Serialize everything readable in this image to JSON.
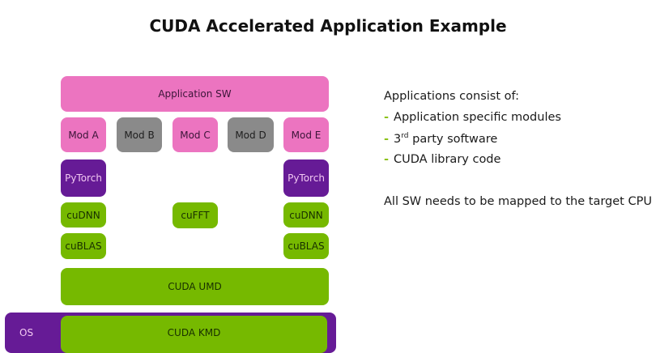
{
  "title": "CUDA Accelerated Application Example",
  "diagram": {
    "application": "Application SW",
    "modules": [
      {
        "label": "Mod A",
        "kind": "app-specific",
        "color": "#ec74c0"
      },
      {
        "label": "Mod B",
        "kind": "third-party",
        "color": "#8a8a8a"
      },
      {
        "label": "Mod C",
        "kind": "app-specific",
        "color": "#ec74c0"
      },
      {
        "label": "Mod D",
        "kind": "third-party",
        "color": "#8a8a8a"
      },
      {
        "label": "Mod E",
        "kind": "app-specific",
        "color": "#ec74c0"
      }
    ],
    "frameworks": [
      "PyTorch",
      "PyTorch"
    ],
    "libraries": {
      "left": [
        "cuDNN",
        "cuBLAS"
      ],
      "center": [
        "cuFFT"
      ],
      "right": [
        "cuDNN",
        "cuBLAS"
      ]
    },
    "umd": "CUDA UMD",
    "kmd": "CUDA KMD",
    "os": "OS"
  },
  "description": {
    "heading": "Applications consist of:",
    "bullets": [
      {
        "dash": "-",
        "text": "Application specific modules"
      },
      {
        "dash": "-",
        "pre": "3",
        "sup": "rd",
        "text": " party software"
      },
      {
        "dash": "-",
        "text": "CUDA library code"
      }
    ],
    "note": "All SW needs to be mapped to the target CPU"
  },
  "colors": {
    "pink": "#ec74c0",
    "gray": "#8a8a8a",
    "purple": "#661b96",
    "green": "#76b900"
  }
}
